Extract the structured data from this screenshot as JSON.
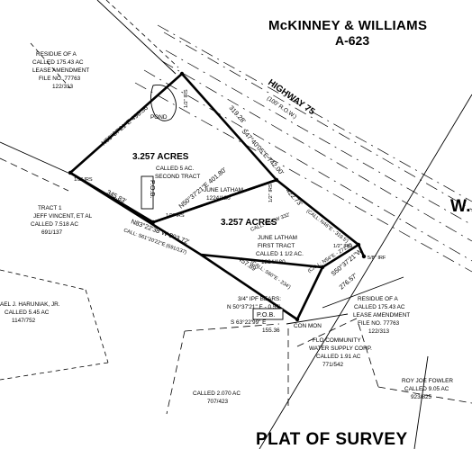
{
  "header": {
    "owner": "McKINNEY & WILLIAMS",
    "abstract": "A-623"
  },
  "highway": {
    "name": "HIGHWAY 75",
    "row": "(100' R.O.W.)"
  },
  "pond": "POND",
  "pob": "P.O.B.",
  "right_edge_text": "W.A",
  "tracts": {
    "second": {
      "acres": "3.257 ACRES",
      "note_1": "CALLED 5 AC.",
      "note_2": "SECOND TRACT"
    },
    "first": {
      "acres": "3.257 ACRES",
      "owner": "JUNE LATHAM",
      "volpage": "1224/180",
      "note_1": "JUNE LATHAM",
      "note_2": "FIRST TRACT",
      "note_3": "CALLED 1 1/2 AC.",
      "note_4": "1224/180"
    }
  },
  "bearings": {
    "n50_top": "N50°37'21\"E 496.36'",
    "s47_top": "319.28'",
    "s47_full": "S47°40'05\"E 742.00'",
    "n50_mid": "N50°37'21\"E 401.80'",
    "s47_low": "422.73'",
    "call_n46": "(CALL: N46°E - 319.5')",
    "call_s54": "CALL: S54°W 332'",
    "call_n54": "(CALL: N54°E - 271.8')",
    "s50_low": "S50°37'21\"W",
    "s50_dist": "276.57'",
    "n83": "N83°22'38\"W 803.72'",
    "call_s61": "CALL: S61°20'22\"E (691/137)",
    "dist_345": "345.83'",
    "dist_457": "457.89'",
    "call_s60": "(CALL: S60°E - 234')"
  },
  "monuments": {
    "irs_1": "1/2\" IRS",
    "irs_2": "1/2\" IRS",
    "irs_3": "1/2\" IRS",
    "irs_4": "1/2\" IRS",
    "irs_5": "1/2\" IRS",
    "irf": "5/8\" IRF",
    "ipf_1": "3/4\" IPF BEARS:",
    "ipf_2": "N 50°37'21\" E - 0.55'",
    "con_mon": "CON MON",
    "tie_bearing": "S 63°22'99\" E",
    "tie_dist": "155.36"
  },
  "parcels": {
    "residue_top": [
      "RESIDUE OF A",
      "CALLED 175.43 AC",
      "LEASE AMENDMENT",
      "FILE NO. 77763",
      "122/313"
    ],
    "tract1": [
      "TRACT 1",
      "JEFF VINCENT, ET AL",
      "CALLED 7.518 AC",
      "691/137"
    ],
    "harunak": [
      "AEL J. HARUNIAK, JR.",
      "CALLED 5.45 AC",
      "1147/752"
    ],
    "residue_bottom": [
      "RESIDUE OF A",
      "CALLED 175.43 AC",
      "LEASE AMENDMENT",
      "FILE NO. 77763",
      "122/313"
    ],
    "flo": [
      "FLO COMMUNITY",
      "WATER SUPPLY CORP.",
      "CALLED 1.91 AC",
      "771/542"
    ],
    "fowler": [
      "ROY JOE FOWLER",
      "CALLED 9.05 AC",
      "923/825"
    ],
    "called_2070": [
      "CALLED 2.070 AC",
      "707/423"
    ]
  },
  "footer": "PLAT OF SURVEY"
}
